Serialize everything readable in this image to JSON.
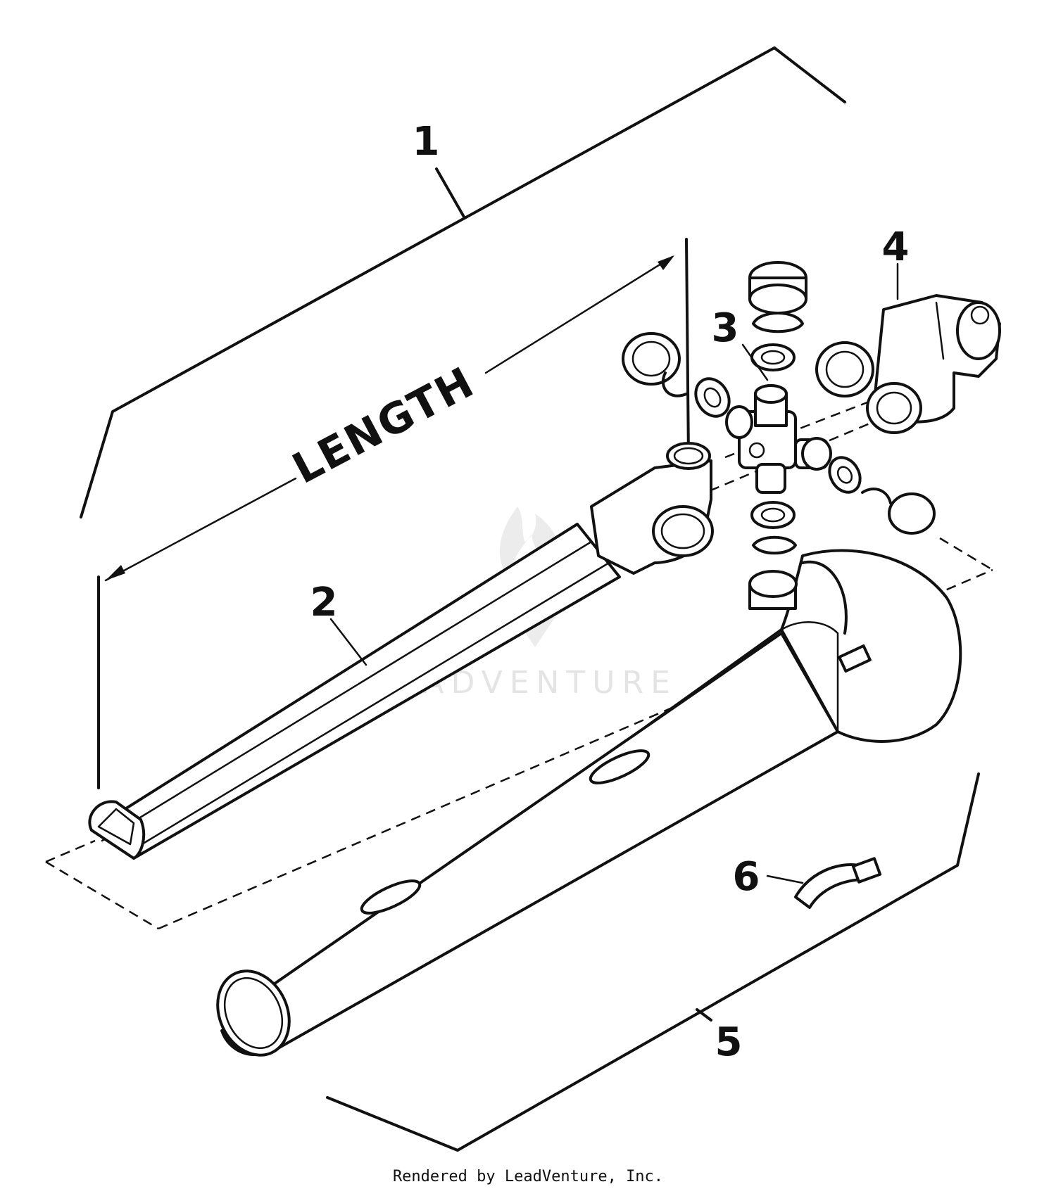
{
  "diagram": {
    "callouts": {
      "c1": "1",
      "c2": "2",
      "c3": "3",
      "c4": "4",
      "c5": "5",
      "c6": "6"
    },
    "dimension_label": "LENGTH",
    "watermark": "LEADVENTURE",
    "credit": "Rendered by LeadVenture, Inc."
  }
}
